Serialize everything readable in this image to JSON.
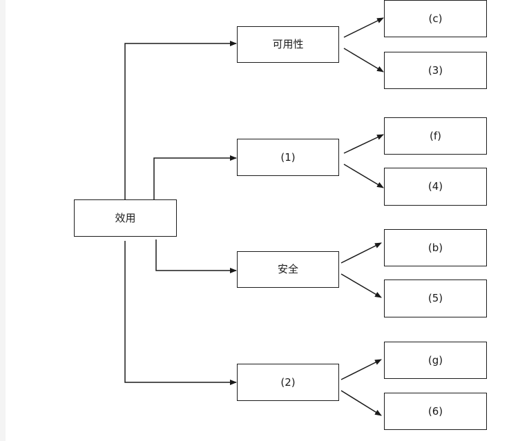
{
  "diagram": {
    "root": {
      "label": "效用"
    },
    "branches": [
      {
        "label": "可用性",
        "children": [
          "(c)",
          "(3)"
        ]
      },
      {
        "label": "(1)",
        "children": [
          "(f)",
          "(4)"
        ]
      },
      {
        "label": "安全",
        "children": [
          "(b)",
          "(5)"
        ]
      },
      {
        "label": "(2)",
        "children": [
          "(g)",
          "(6)"
        ]
      }
    ]
  },
  "colors": {
    "line": "#1a1a1a",
    "box_border": "#1a1a1a",
    "background": "#ffffff"
  }
}
